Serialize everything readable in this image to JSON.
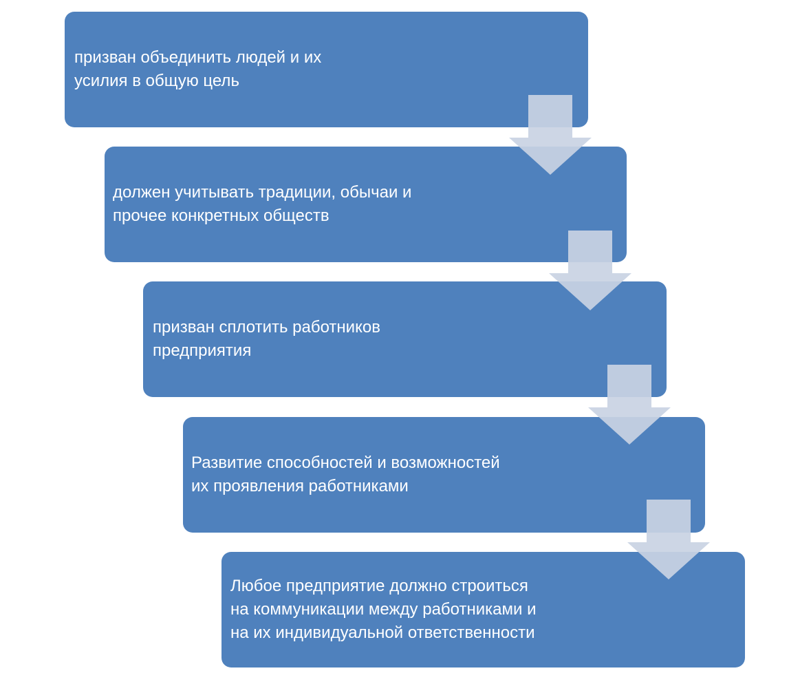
{
  "diagram": {
    "type": "staggered-process",
    "colors": {
      "box": "#4f81bd",
      "text": "#ffffff",
      "arrow": "#c9d3e3",
      "background": "#ffffff"
    },
    "steps": [
      {
        "text": "призван объединить людей и их\nусилия в общую цель"
      },
      {
        "text": "должен учитывать традиции, обычаи и\nпрочее конкретных обществ"
      },
      {
        "text": "призван сплотить работников\nпредприятия"
      },
      {
        "text": "Развитие способностей и возможностей\nих проявления работниками"
      },
      {
        "text": "Любое предприятие должно строиться\nна коммуникации между работниками и\nна их индивидуальной ответственности"
      }
    ],
    "connectors": [
      {
        "from": 0,
        "to": 1,
        "icon": "down-arrow-icon"
      },
      {
        "from": 1,
        "to": 2,
        "icon": "down-arrow-icon"
      },
      {
        "from": 2,
        "to": 3,
        "icon": "down-arrow-icon"
      },
      {
        "from": 3,
        "to": 4,
        "icon": "down-arrow-icon"
      }
    ]
  }
}
